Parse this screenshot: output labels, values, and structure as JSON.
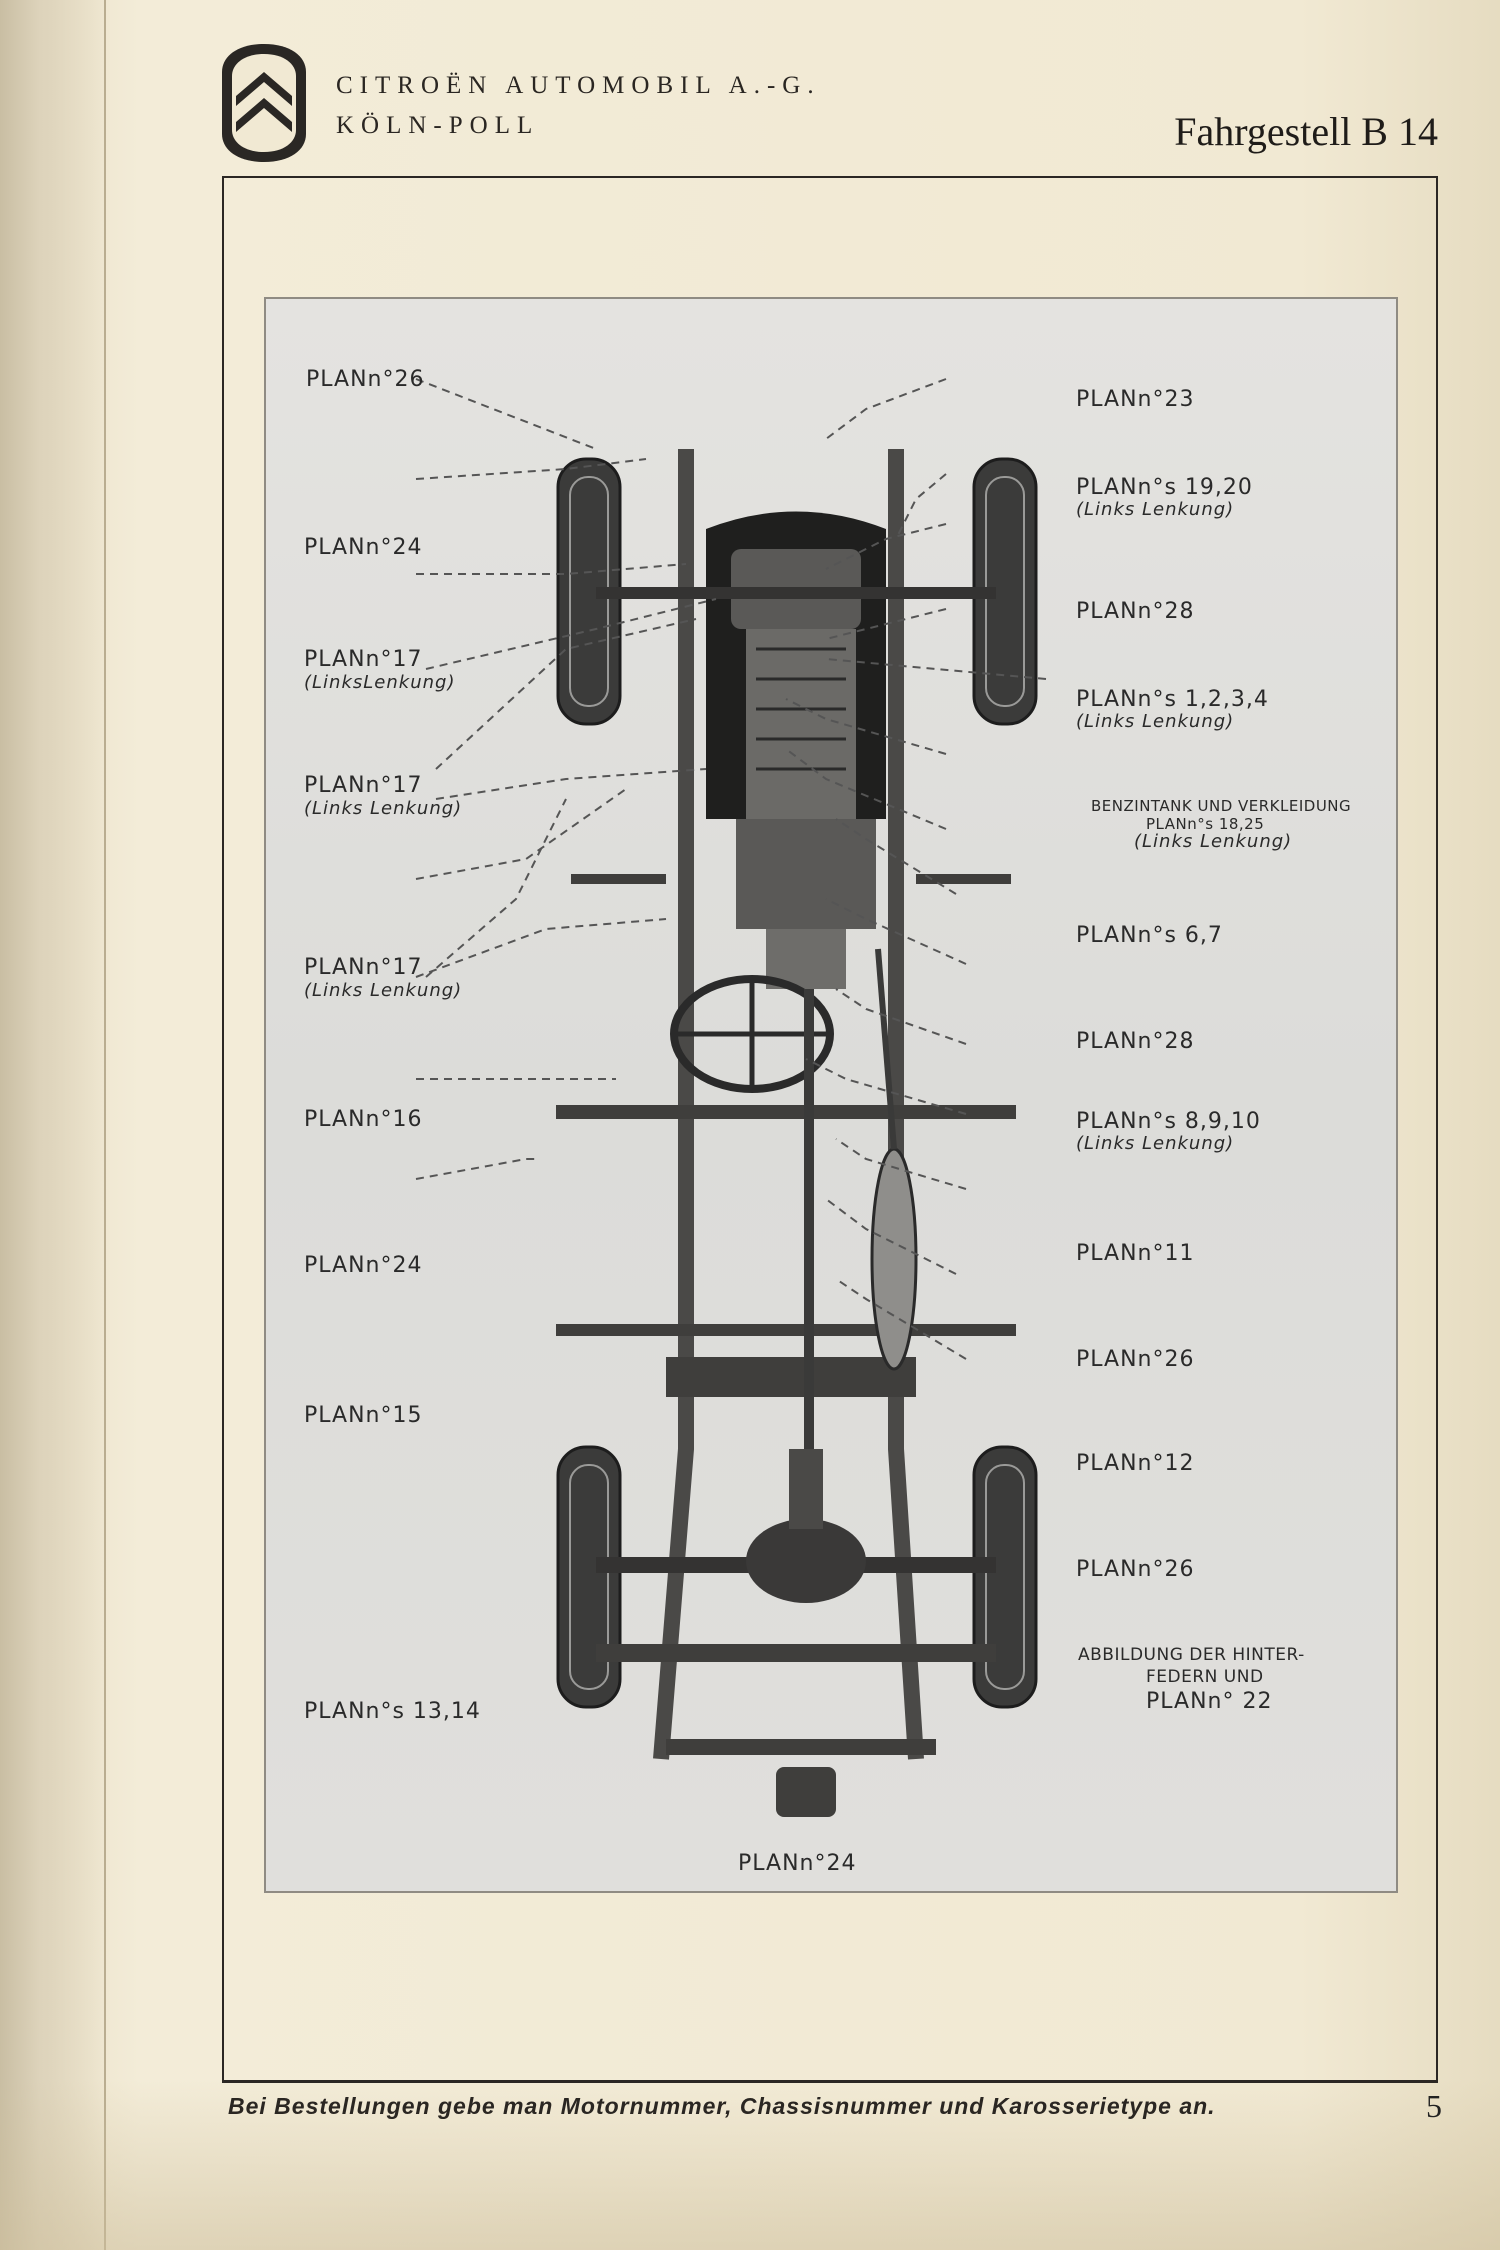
{
  "header": {
    "company_line1": "CITROËN AUTOMOBIL A.-G.",
    "company_line2": "KÖLN-POLL",
    "doc_title": "Fahrgestell B 14"
  },
  "figure": {
    "callouts_left": [
      {
        "label": "PLANn°26",
        "sub": ""
      },
      {
        "label": "PLANn°24",
        "sub": ""
      },
      {
        "label": "PLANn°17",
        "sub": "(LinksLenkung)"
      },
      {
        "label": "PLANn°17",
        "sub": "(Links Lenkung)"
      },
      {
        "label": "PLANn°17",
        "sub": "(Links Lenkung)"
      },
      {
        "label": "PLANn°16",
        "sub": ""
      },
      {
        "label": "PLANn°24",
        "sub": ""
      },
      {
        "label": "PLANn°15",
        "sub": ""
      },
      {
        "label": "PLANn°s 13,14",
        "sub": ""
      }
    ],
    "callouts_right": [
      {
        "label": "PLANn°23",
        "sub": ""
      },
      {
        "label": "PLANn°s 19,20",
        "sub": "(Links Lenkung)"
      },
      {
        "label": "PLANn°28",
        "sub": ""
      },
      {
        "label": "PLANn°s 1,2,3,4",
        "sub": "(Links Lenkung)"
      },
      {
        "label": "BENZINTANK UND VERKLEIDUNG",
        "line2": "PLANn°s 18,25",
        "sub": "(Links Lenkung)"
      },
      {
        "label": "PLANn°s 6,7",
        "sub": ""
      },
      {
        "label": "PLANn°28",
        "sub": ""
      },
      {
        "label": "PLANn°s 8,9,10",
        "sub": "(Links Lenkung)"
      },
      {
        "label": "PLANn°11",
        "sub": ""
      },
      {
        "label": "PLANn°26",
        "sub": ""
      },
      {
        "label": "PLANn°12",
        "sub": ""
      },
      {
        "label": "PLANn°26",
        "sub": ""
      },
      {
        "label": "ABBILDUNG DER HINTER-",
        "line2": "FEDERN UND",
        "line3": "PLANn° 22"
      }
    ],
    "callout_bottom": "PLANn°24"
  },
  "footer": {
    "note": "Bei Bestellungen gebe man Motornummer, Chassisnummer und Karosserietype an.",
    "page_number": "5"
  }
}
